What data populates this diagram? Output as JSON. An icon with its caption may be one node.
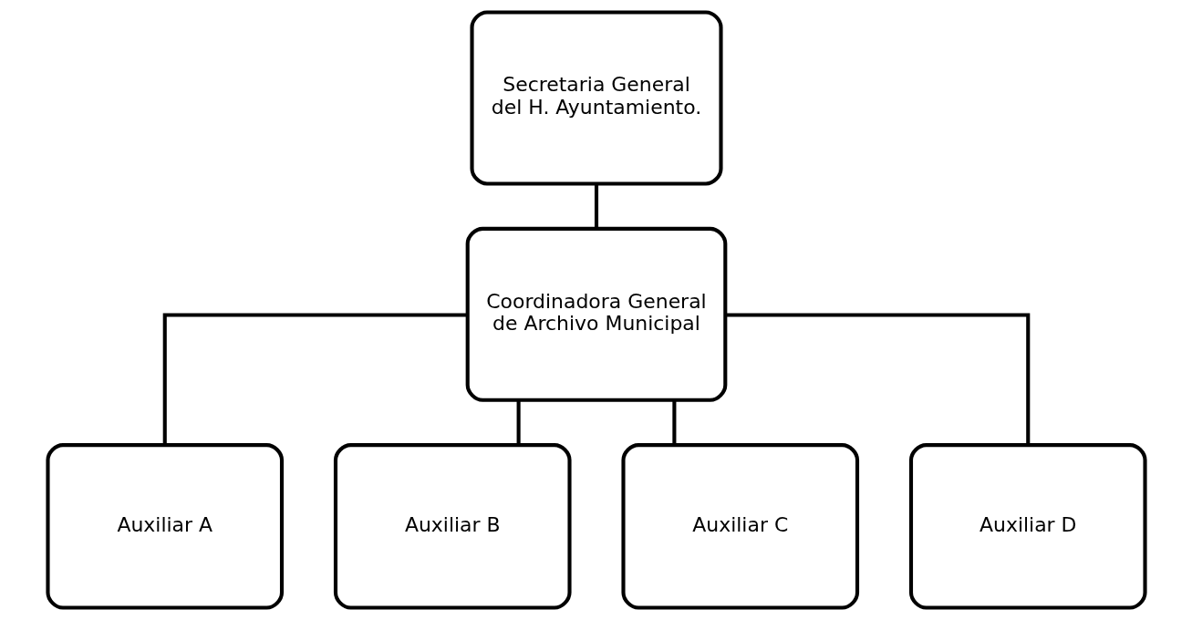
{
  "diagram": {
    "nodes": [
      {
        "text": [
          "Secretaria General del H. Ayuntamiento."
        ]
      },
      {
        "text": [
          "Coordinadora General de Archivo Municipal"
        ]
      },
      {
        "text": [
          "Auxiliar A"
        ]
      },
      {
        "text": [
          "Auxiliar B"
        ]
      },
      {
        "text": [
          "Auxiliar C"
        ]
      },
      {
        "text": [
          "Auxiliar D"
        ]
      }
    ],
    "edges": [
      {
        "from": 0,
        "to": 1,
        "arrow": "none"
      },
      {
        "from": 1,
        "to": 2,
        "arrow": "none"
      },
      {
        "from": 1,
        "to": 3,
        "arrow": "none"
      },
      {
        "from": 1,
        "to": 4,
        "arrow": "none"
      },
      {
        "from": 1,
        "to": 5,
        "arrow": "none"
      }
    ]
  }
}
